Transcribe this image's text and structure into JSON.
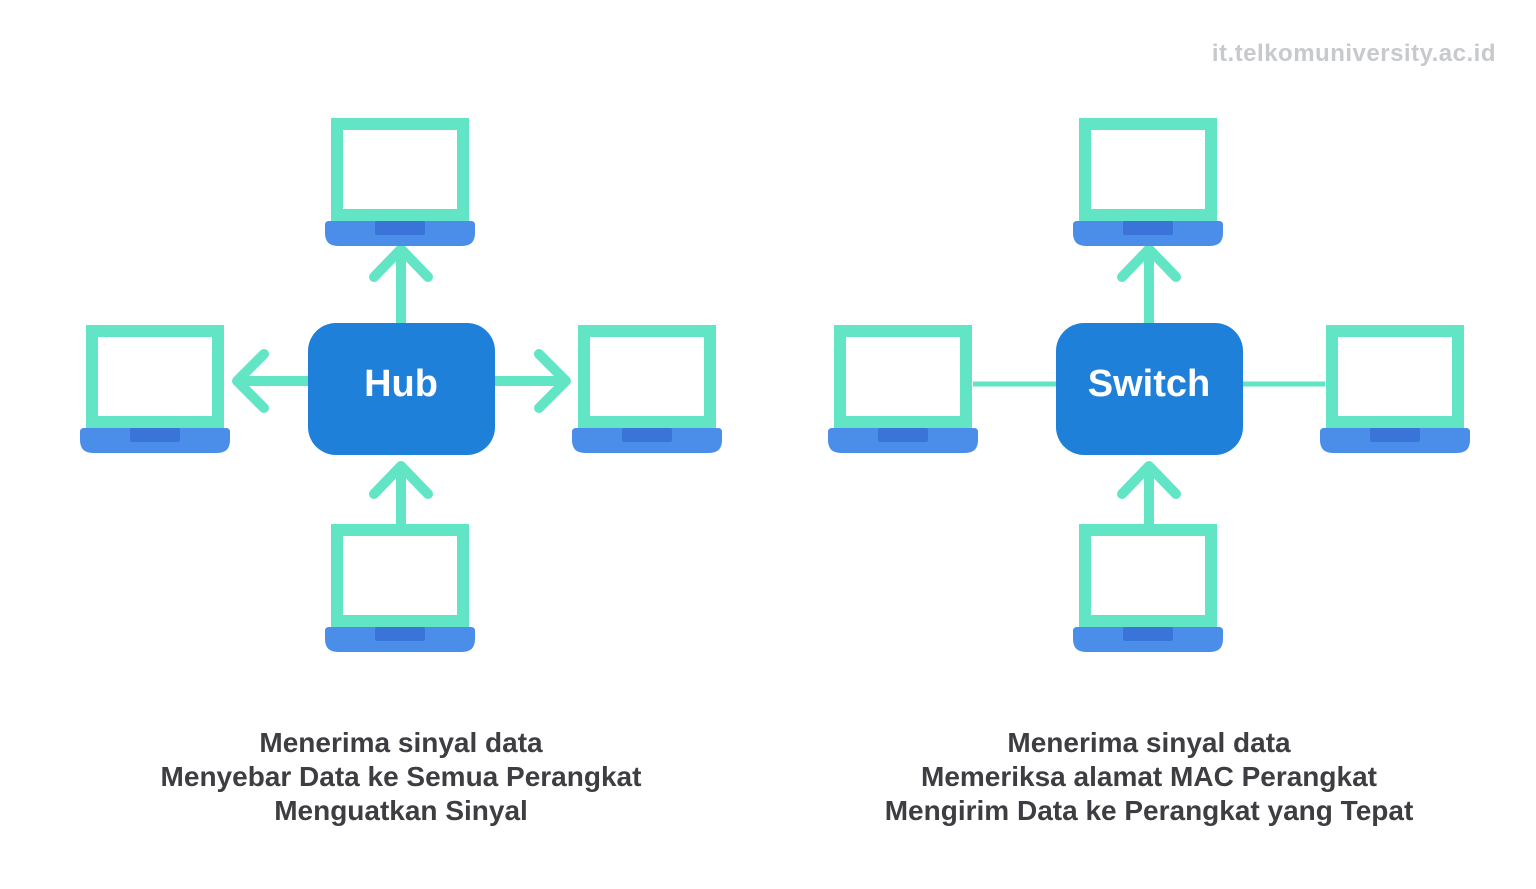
{
  "watermark": "it.telkomuniversity.ac.id",
  "colors": {
    "teal": "#62E5C5",
    "box-blue": "#1E80D9",
    "base-blue": "#4A8EEA",
    "notch-blue": "#3B74D8",
    "caption-color": "#3D3D42",
    "watermark-color": "#C7C9CC",
    "screen-white": "#FFFFFF",
    "bg": "#FFFFFF"
  },
  "hub": {
    "node_label": "Hub",
    "caption_lines": [
      "Menerima sinyal data",
      "Menyebar Data ke Semua Perangkat",
      "Menguatkan Sinyal"
    ]
  },
  "switch": {
    "node_label": "Switch",
    "caption_lines": [
      "Menerima sinyal data",
      "Memeriksa alamat MAC Perangkat",
      "Mengirim Data ke Perangkat yang Tepat"
    ]
  }
}
